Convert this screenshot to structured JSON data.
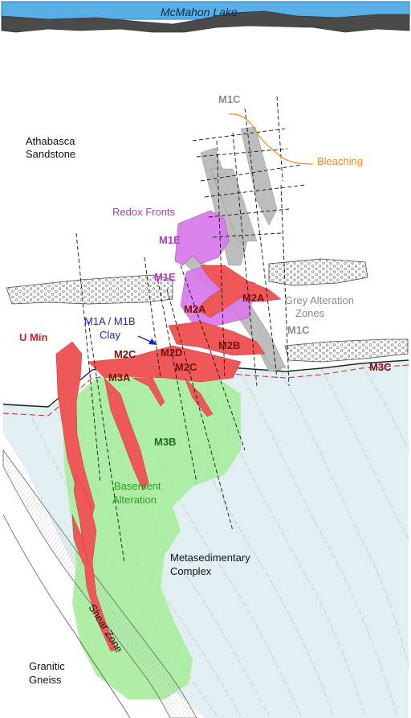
{
  "labels": {
    "lake": "McMahon Lake",
    "athabasca_1": "Athabasca",
    "athabasca_2": "Sandstone",
    "m1c_top": "M1C",
    "bleaching": "Bleaching",
    "redox_fronts": "Redox Fronts",
    "m1e_upper": "M1E",
    "m1e_lower": "M1E",
    "m2a_left": "M2A",
    "m2a_right": "M2A",
    "grey_alt_1": "Grey Alteration",
    "grey_alt_2": "Zones",
    "m1a_m1b": "M1A / M1B",
    "clay": "Clay",
    "u_min": "U Min",
    "m2b": "M2B",
    "m1c_lower": "M1C",
    "m2c_left": "M2C",
    "m2d": "M2D",
    "m2c_right": "M2C",
    "m3a": "M3A",
    "m3c": "M3C",
    "m3b": "M3B",
    "basement_1": "Basement",
    "basement_2": "Alteration",
    "metased_1": "Metasedimentary",
    "metased_2": "Complex",
    "shear_zone": "Shear Zone",
    "granitic_1": "Granitic",
    "granitic_2": "Gneiss"
  },
  "colors": {
    "lake": "#5aaee6",
    "lake_outline": "#2f79b8",
    "lake_bed": "#4a4a4a",
    "metased_fill": "#e1eff2",
    "basement_alteration": "#a7ec9c",
    "uranium": "#ee5858",
    "redox": "#d77dea",
    "grey_alteration": "#bdbdbd",
    "bleaching": "#ee8b22",
    "clay_label": "#1a27c4",
    "u_min_label": "#d21f1f",
    "dark_red_label": "#7b0f0f",
    "magenta_label": "#b03cc0",
    "grey_label": "#8c8c8c",
    "green_dark": "#1e6a1e",
    "green_label": "#26a026",
    "unconformity_red": "#d02020"
  }
}
